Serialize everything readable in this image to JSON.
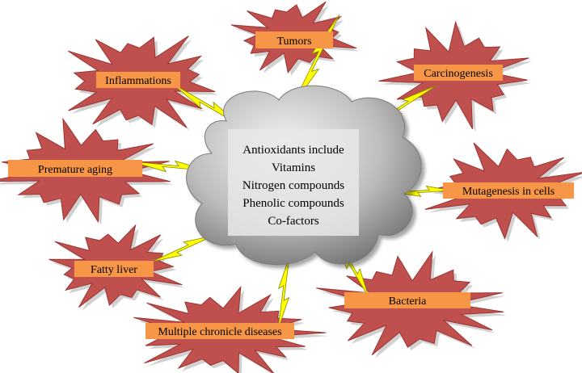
{
  "center": {
    "lines": [
      "Antioxidants include",
      "Vitamins",
      "Nitrogen compounds",
      "Phenolic compounds",
      "Co-factors"
    ]
  },
  "effects": [
    {
      "id": "tumors",
      "label": "Tumors"
    },
    {
      "id": "carcinogenesis",
      "label": "Carcinogenesis"
    },
    {
      "id": "inflammations",
      "label": "Inflammations"
    },
    {
      "id": "premature-aging",
      "label": "Premature aging"
    },
    {
      "id": "mutagenesis",
      "label": "Mutagenesis in cells"
    },
    {
      "id": "fatty-liver",
      "label": "Fatty liver"
    },
    {
      "id": "bacteria",
      "label": "Bacteria"
    },
    {
      "id": "chronic-diseases",
      "label": "Multiple chronicle diseases"
    }
  ],
  "colors": {
    "burst_fill": "#c0504d",
    "burst_outline": "#9b3533",
    "label_fill": "#f79646",
    "bolt_fill": "#ffff00",
    "bolt_outline": "#8a8a00",
    "cloud_light": "#f2f2f2",
    "cloud_dark": "#6f6f6f",
    "center_box": "#e6e6e6"
  }
}
